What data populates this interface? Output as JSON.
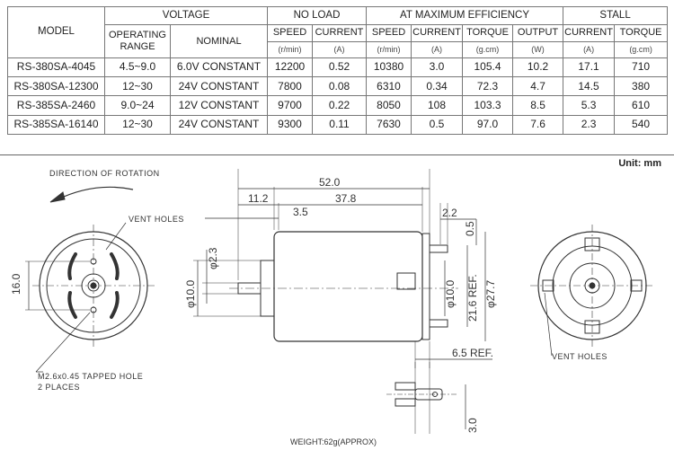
{
  "table": {
    "groups": {
      "model": "MODEL",
      "voltage": "VOLTAGE",
      "no_load": "NO LOAD",
      "max_eff": "AT MAXIMUM EFFICIENCY",
      "stall": "STALL"
    },
    "sub": {
      "operating_range": "OPERATING\nRANGE",
      "nominal": "NOMINAL",
      "speed": "SPEED",
      "current": "CURRENT",
      "torque": "TORQUE",
      "output": "OUTPUT"
    },
    "units": {
      "rmin": "(r/min)",
      "a": "(A)",
      "gcm": "(g.cm)",
      "w": "(W)"
    },
    "rows": [
      [
        "RS-380SA-4045",
        "4.5~9.0",
        "6.0V CONSTANT",
        "12200",
        "0.52",
        "10380",
        "3.0",
        "105.4",
        "10.2",
        "17.1",
        "710"
      ],
      [
        "RS-380SA-12300",
        "12~30",
        "24V CONSTANT",
        "7800",
        "0.08",
        "6310",
        "0.34",
        "72.3",
        "4.7",
        "14.5",
        "380"
      ],
      [
        "RS-385SA-2460",
        "9.0~24",
        "12V CONSTANT",
        "9700",
        "0.22",
        "8050",
        "108",
        "103.3",
        "8.5",
        "5.3",
        "610"
      ],
      [
        "RS-385SA-16140",
        "12~30",
        "24V CONSTANT",
        "9300",
        "0.11",
        "7630",
        "0.5",
        "97.0",
        "7.6",
        "2.3",
        "540"
      ]
    ]
  },
  "unit_note": "Unit: mm",
  "labels": {
    "direction": "DIRECTION OF ROTATION",
    "vent_left": "VENT HOLES",
    "vent_right": "VENT HOLES",
    "tapped_1": "M2.6x0.45 TAPPED HOLE",
    "tapped_2": "2 PLACES"
  },
  "dims": {
    "d52": "52.0",
    "d11_2": "11.2",
    "d37_8": "37.8",
    "d3_5": "3.5",
    "d2_2": "2.2",
    "d0_5": "0.5",
    "d2_3": "φ2.3",
    "d10_left": "φ10.0",
    "d10_right": "φ10.0",
    "d21_6": "21.6 REF.",
    "d27_7": "φ27.7",
    "d16": "16.0",
    "d6_5": "6.5 REF.",
    "d3_0": "3.0"
  },
  "weight": "WEIGHT:62g(APPROX)"
}
